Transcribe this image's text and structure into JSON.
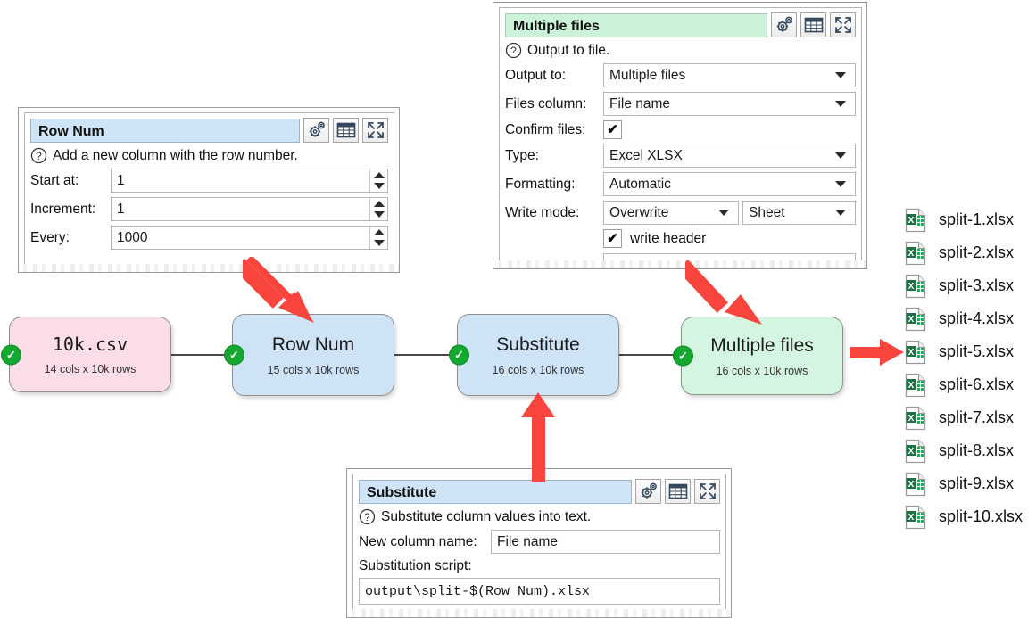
{
  "panels": {
    "row_num": {
      "title": "Row Num",
      "help_icon": "question-icon",
      "help": "Add a new column with the row number.",
      "fields": [
        {
          "label": "Start at:",
          "value": "1"
        },
        {
          "label": "Increment:",
          "value": "1"
        },
        {
          "label": "Every:",
          "value": "1000"
        }
      ],
      "buttons": [
        "gear-icon",
        "table-icon",
        "expand-icon"
      ]
    },
    "multiple_files": {
      "title": "Multiple files",
      "help_icon": "question-icon",
      "help": "Output to file.",
      "rows": [
        {
          "label": "Output to:",
          "value": "Multiple files",
          "kind": "combo"
        },
        {
          "label": "Files column:",
          "value": "File name",
          "kind": "combo"
        },
        {
          "label": "Confirm files:",
          "value": "✔",
          "kind": "check"
        },
        {
          "label": "Type:",
          "value": "Excel XLSX",
          "kind": "combo"
        },
        {
          "label": "Formatting:",
          "value": "Automatic",
          "kind": "combo"
        },
        {
          "label": "Write mode:",
          "value": "Overwrite",
          "value2": "Sheet",
          "kind": "combo2"
        }
      ],
      "write_header": {
        "checked": "✔",
        "label": "write header"
      },
      "buttons": [
        "gear-icon",
        "table-icon",
        "expand-icon"
      ]
    },
    "substitute": {
      "title": "Substitute",
      "help_icon": "question-icon",
      "help": "Substitute column values into text.",
      "new_column_label": "New column name:",
      "new_column_value": "File name",
      "script_label": "Substitution script:",
      "script_value": "output\\split-$(Row Num).xlsx",
      "buttons": [
        "gear-icon",
        "table-icon",
        "expand-icon"
      ]
    }
  },
  "flow": {
    "nodes": [
      {
        "title": "10k.csv",
        "subtitle": "14 cols x 10k rows",
        "color": "pink",
        "status": "✓"
      },
      {
        "title": "Row Num",
        "subtitle": "15 cols x 10k rows",
        "color": "blue",
        "status": "✓"
      },
      {
        "title": "Substitute",
        "subtitle": "16 cols x 10k rows",
        "color": "blue",
        "status": "✓"
      },
      {
        "title": "Multiple files",
        "subtitle": "16 cols x 10k rows",
        "color": "green",
        "status": "✓"
      }
    ]
  },
  "files": {
    "icon": "excel-file-icon",
    "items": [
      "split-1.xlsx",
      "split-2.xlsx",
      "split-3.xlsx",
      "split-4.xlsx",
      "split-5.xlsx",
      "split-6.xlsx",
      "split-7.xlsx",
      "split-8.xlsx",
      "split-9.xlsx",
      "split-10.xlsx"
    ]
  },
  "colors": {
    "annotation_arrow": "#f9453e",
    "node_pink": "#fbdde8",
    "node_blue": "#cfe3f7",
    "node_green": "#d4f5e0",
    "status_green": "#14a830",
    "excel_green": "#1e7145"
  }
}
